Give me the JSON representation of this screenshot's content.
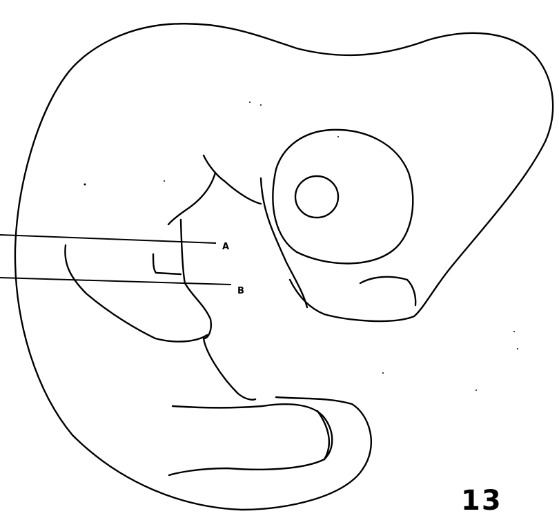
{
  "figure": {
    "labels": {
      "a": "A",
      "b": "B"
    },
    "figure_number": "13",
    "colors": {
      "ink": "#000000",
      "background": "#ffffff"
    }
  }
}
